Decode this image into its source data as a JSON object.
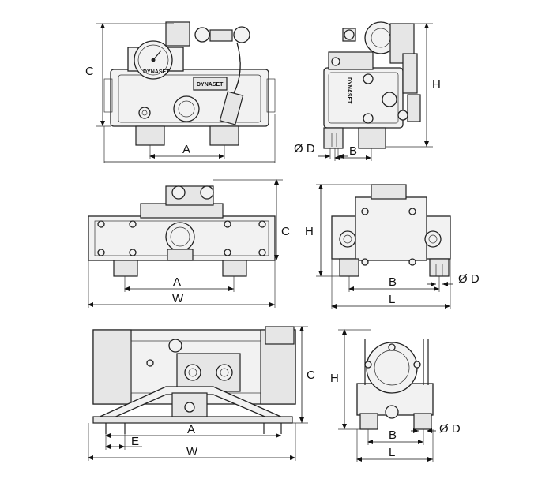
{
  "labels": {
    "a": "A",
    "b": "B",
    "c": "C",
    "h": "H",
    "w": "W",
    "l": "L",
    "e": "E",
    "d": "Ø D"
  },
  "brand": {
    "name": "DYNASET",
    "gauge_text": "DYNASET"
  }
}
